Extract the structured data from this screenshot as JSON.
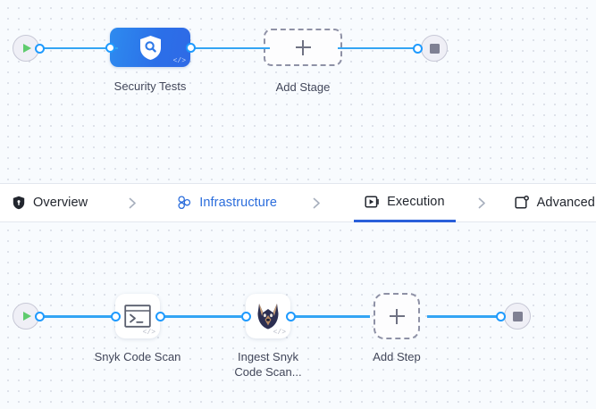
{
  "app": {
    "title": "Pipeline Studio Canvas",
    "accent_blue": "#2a5fd9",
    "wire_blue": "#33a5f4",
    "stage_blue": "#2b6fe8",
    "canvas_bg": "#f8fbfe",
    "dot_color": "#d9dde6"
  },
  "tabs": [
    {
      "id": "overview",
      "label": "Overview",
      "icon": "shield-icon",
      "state": "default"
    },
    {
      "id": "infrastructure",
      "label": "Infrastructure",
      "icon": "nodes-cluster-icon",
      "state": "link"
    },
    {
      "id": "execution",
      "label": "Execution",
      "icon": "play-box-icon",
      "state": "active"
    },
    {
      "id": "advanced",
      "label": "Advanced",
      "icon": "square-gear-icon",
      "state": "default"
    }
  ],
  "tab_separator_icon": "chevron-right-icon",
  "stage_canvas": {
    "start_node": {
      "icon": "play-icon",
      "label": ""
    },
    "end_node": {
      "icon": "stop-icon",
      "label": ""
    },
    "stages": [
      {
        "id": "security-tests",
        "label": "Security Tests",
        "icon": "shield-search-icon",
        "badge": "</>",
        "selected": true
      },
      {
        "id": "add-stage",
        "label": "Add Stage",
        "icon": "plus-icon",
        "badge": "",
        "selected": false
      }
    ]
  },
  "step_canvas": {
    "start_node": {
      "icon": "play-icon",
      "label": ""
    },
    "end_node": {
      "icon": "stop-icon",
      "label": ""
    },
    "steps": [
      {
        "id": "snyk-code-scan",
        "label": "Snyk Code Scan",
        "icon": "terminal-icon",
        "badge": "</>"
      },
      {
        "id": "ingest-snyk-code-scan",
        "label": "Ingest Snyk\nCode Scan...",
        "icon": "snyk-dog-icon",
        "badge": "</>"
      },
      {
        "id": "add-step",
        "label": "Add Step",
        "icon": "plus-icon",
        "badge": ""
      }
    ]
  }
}
